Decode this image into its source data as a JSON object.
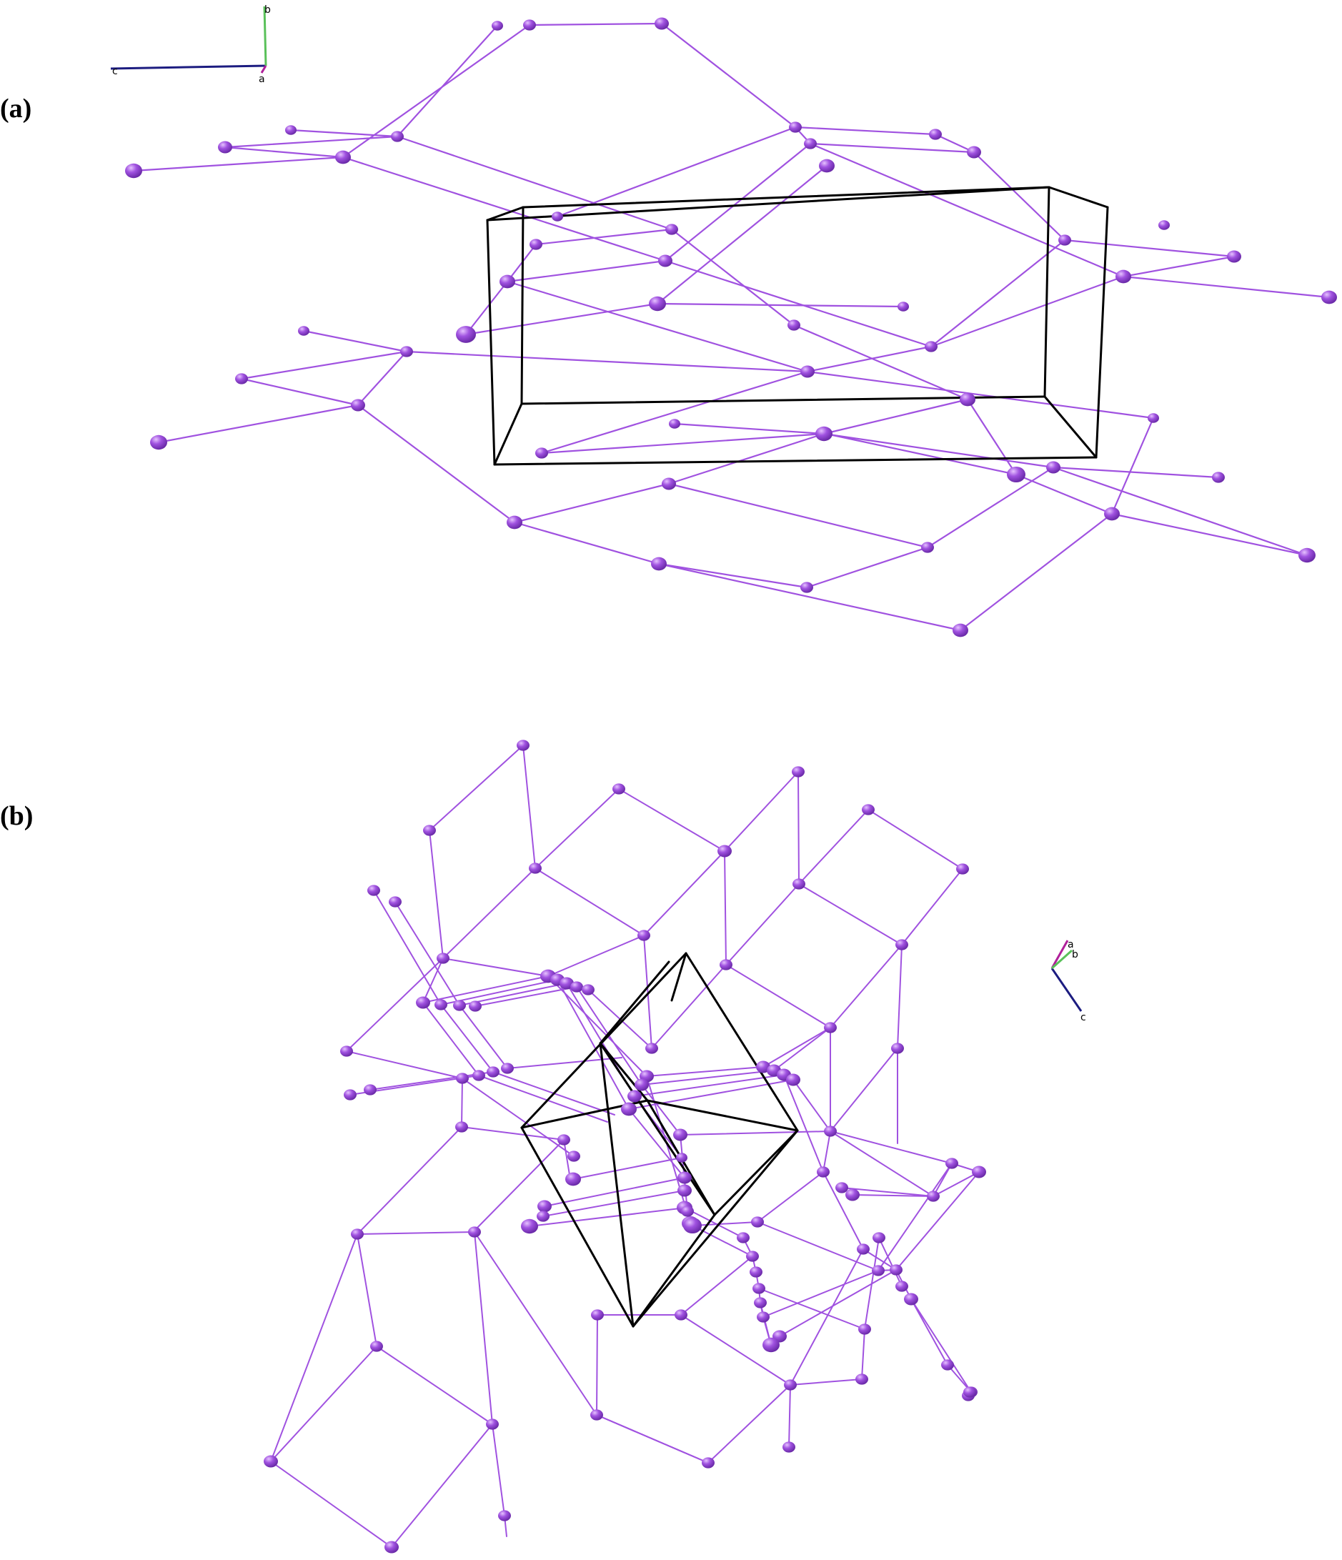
{
  "panels": [
    {
      "id": "a",
      "label": "(a)"
    },
    {
      "id": "b",
      "label": "(b)"
    }
  ],
  "axes_a": {
    "x": "c",
    "y": "b",
    "z": "a"
  },
  "axes_b": {
    "x": "a",
    "y": "b",
    "z": "c"
  },
  "colors": {
    "atom": "#a052e0",
    "atom_highlight": "#d9a8ff",
    "bond": "#a052e0",
    "cell": "#000000",
    "axis_a": "#b0209a",
    "axis_b": "#5ac15a",
    "axis_c": "#1c1c80"
  }
}
